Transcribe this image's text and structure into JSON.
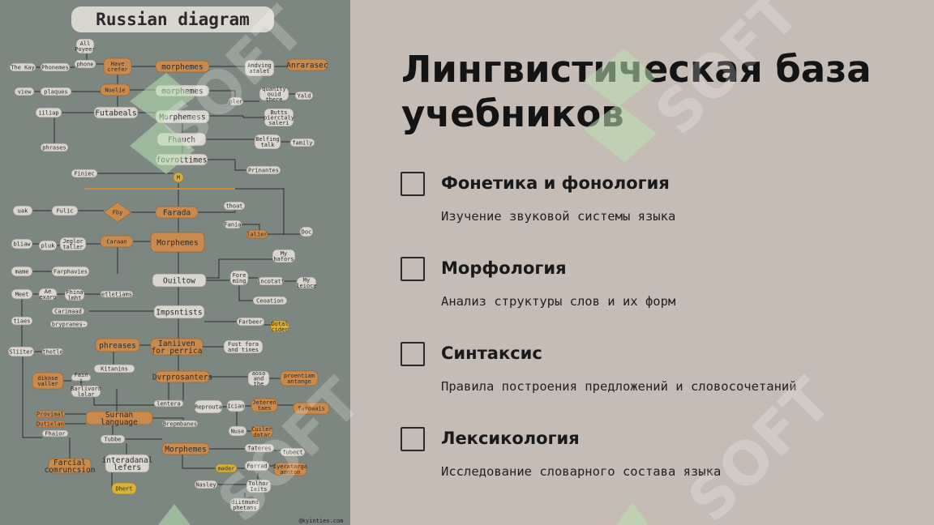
{
  "diagram": {
    "title": "Russian  diagram",
    "credit": "@kyinties.com",
    "watermark": "SOFT",
    "nodes": [
      {
        "text": "All Poyeer",
        "style": "light"
      },
      {
        "text": "The Kay",
        "style": "light"
      },
      {
        "text": "Phonemes",
        "style": "light"
      },
      {
        "text": "phone",
        "style": "light"
      },
      {
        "text": "Have crefer",
        "style": "orange"
      },
      {
        "text": "morphemes",
        "style": "orange"
      },
      {
        "text": "Andving atalet",
        "style": "light"
      },
      {
        "text": "Anrarasec",
        "style": "orange"
      },
      {
        "text": "view",
        "style": "light"
      },
      {
        "text": "plaques",
        "style": "light"
      },
      {
        "text": "Nuelie",
        "style": "orange"
      },
      {
        "text": "morphemes",
        "style": "light"
      },
      {
        "text": "quanity ouid there",
        "style": "light"
      },
      {
        "text": "Yald",
        "style": "light"
      },
      {
        "text": "iiliap",
        "style": "light"
      },
      {
        "text": "Futabeals",
        "style": "light"
      },
      {
        "text": "Morphemess",
        "style": "light"
      },
      {
        "text": "pler",
        "style": "light"
      },
      {
        "text": "Butts pierctaly saleri",
        "style": "light"
      },
      {
        "text": "Fhauch",
        "style": "light"
      },
      {
        "text": "Belfing talk",
        "style": "light"
      },
      {
        "text": "family",
        "style": "light"
      },
      {
        "text": "phrases",
        "style": "light"
      },
      {
        "text": "fovrottimes",
        "style": "light"
      },
      {
        "text": "Finiec",
        "style": "light"
      },
      {
        "text": "Prinantes",
        "style": "light"
      },
      {
        "text": "M",
        "style": "yellow"
      },
      {
        "text": "thoat",
        "style": "light"
      },
      {
        "text": "uak",
        "style": "light"
      },
      {
        "text": "Fulic",
        "style": "light"
      },
      {
        "text": "Fby",
        "style": "orange"
      },
      {
        "text": "Farada",
        "style": "orange"
      },
      {
        "text": "Fania",
        "style": "light"
      },
      {
        "text": "Doc",
        "style": "light"
      },
      {
        "text": "lalier",
        "style": "orange"
      },
      {
        "text": "bliaw",
        "style": "light"
      },
      {
        "text": "pluk",
        "style": "light"
      },
      {
        "text": "Jeglor taller",
        "style": "light"
      },
      {
        "text": "Caraan",
        "style": "orange"
      },
      {
        "text": "Morphemes",
        "style": "orange"
      },
      {
        "text": "My hafors",
        "style": "light"
      },
      {
        "text": "mame",
        "style": "light"
      },
      {
        "text": "Farphavies",
        "style": "light"
      },
      {
        "text": "Fore ming",
        "style": "light"
      },
      {
        "text": "incotatt",
        "style": "light"
      },
      {
        "text": "Ouiltow",
        "style": "light"
      },
      {
        "text": "My leioce",
        "style": "light"
      },
      {
        "text": "Meet",
        "style": "light"
      },
      {
        "text": "Ae exaro",
        "style": "light"
      },
      {
        "text": "Fhina lmht",
        "style": "light"
      },
      {
        "text": "etletiams",
        "style": "light"
      },
      {
        "text": "Ceoation",
        "style": "light"
      },
      {
        "text": "Carimaad",
        "style": "light"
      },
      {
        "text": "Impsntists",
        "style": "light"
      },
      {
        "text": "tiaes",
        "style": "light"
      },
      {
        "text": "brypranes-",
        "style": "light"
      },
      {
        "text": "Farbeer",
        "style": "light"
      },
      {
        "text": "Dotal cider",
        "style": "yellow"
      },
      {
        "text": "phreases",
        "style": "orange"
      },
      {
        "text": "Ianiiven for perrica",
        "style": "orange"
      },
      {
        "text": "Fust fora and tines",
        "style": "light"
      },
      {
        "text": "Sliiter",
        "style": "light"
      },
      {
        "text": "thetle",
        "style": "light"
      },
      {
        "text": "Kitanins",
        "style": "light"
      },
      {
        "text": "Dvrprosanters",
        "style": "orange"
      },
      {
        "text": "aoso and the",
        "style": "light"
      },
      {
        "text": "proentiam antange",
        "style": "orange"
      },
      {
        "text": "diknse valler",
        "style": "orange"
      },
      {
        "text": "Fain i",
        "style": "light"
      },
      {
        "text": "Barlivoro lalar",
        "style": "light"
      },
      {
        "text": "lentera",
        "style": "light"
      },
      {
        "text": "Reprouta",
        "style": "light"
      },
      {
        "text": "Ician",
        "style": "light"
      },
      {
        "text": "Jeteren taes",
        "style": "orange"
      },
      {
        "text": "faroaais",
        "style": "orange"
      },
      {
        "text": "Provimal",
        "style": "orange"
      },
      {
        "text": "Dutielan",
        "style": "orange"
      },
      {
        "text": "Surnan language",
        "style": "orange"
      },
      {
        "text": "Brepmbanes",
        "style": "light"
      },
      {
        "text": "Nuse",
        "style": "light"
      },
      {
        "text": "Cuiler datar",
        "style": "orange"
      },
      {
        "text": "Fhaior",
        "style": "light"
      },
      {
        "text": "Tubbe",
        "style": "light"
      },
      {
        "text": "Morphemes",
        "style": "orange"
      },
      {
        "text": "fateres",
        "style": "light"
      },
      {
        "text": "fubect",
        "style": "light"
      },
      {
        "text": "interadanal lefers",
        "style": "light"
      },
      {
        "text": "mader",
        "style": "yellow"
      },
      {
        "text": "Forrad",
        "style": "light"
      },
      {
        "text": "Iyeratarga aonton",
        "style": "orange"
      },
      {
        "text": "Farcial comruncsion",
        "style": "orange"
      },
      {
        "text": "Dhert",
        "style": "yellow"
      },
      {
        "text": "Nasley",
        "style": "light"
      },
      {
        "text": "Tolhor Iaits",
        "style": "light"
      },
      {
        "text": "diitmund phetans",
        "style": "light"
      }
    ]
  },
  "slide": {
    "title": "Лингвистическая база учебников",
    "items": [
      {
        "title": "Фонетика и фонология",
        "desc": "Изучение звуковой системы языка"
      },
      {
        "title": "Морфология",
        "desc": "Анализ структуры слов и их форм"
      },
      {
        "title": "Синтаксис",
        "desc": "Правила построения предложений и словосочетаний"
      },
      {
        "title": "Лексикология",
        "desc": "Исследование словарного состава языка"
      }
    ]
  },
  "colors": {
    "left_bg": "#7c8781",
    "right_bg": "#c6bcb6",
    "node_orange": "#c98a4e",
    "node_light": "#d9d6cf",
    "node_yellow": "#d8b13a",
    "watermark_green": "#b9d9b8"
  }
}
